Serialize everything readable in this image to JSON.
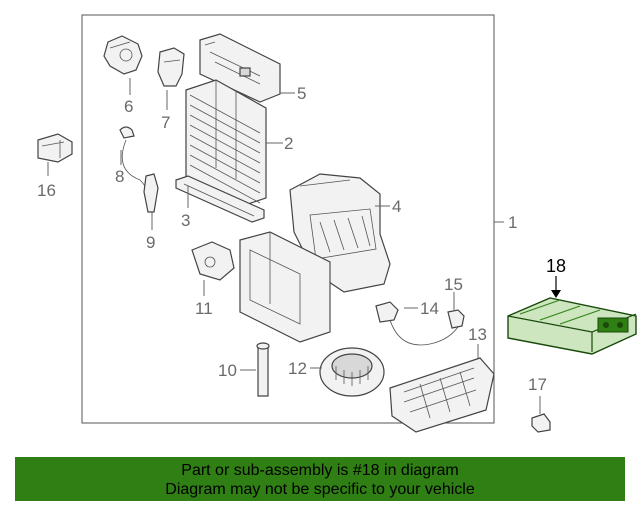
{
  "diagram": {
    "callouts": [
      "1",
      "2",
      "3",
      "4",
      "5",
      "6",
      "7",
      "8",
      "9",
      "10",
      "11",
      "12",
      "13",
      "14",
      "15",
      "16",
      "17",
      "18"
    ],
    "highlighted_callout": "18"
  },
  "banner": {
    "line1": "Part or sub-assembly is #18 in diagram",
    "line2": "Diagram may not be specific to your vehicle"
  },
  "colors": {
    "banner_background": "#2f7f14",
    "highlight_part": "#2f7f14"
  }
}
